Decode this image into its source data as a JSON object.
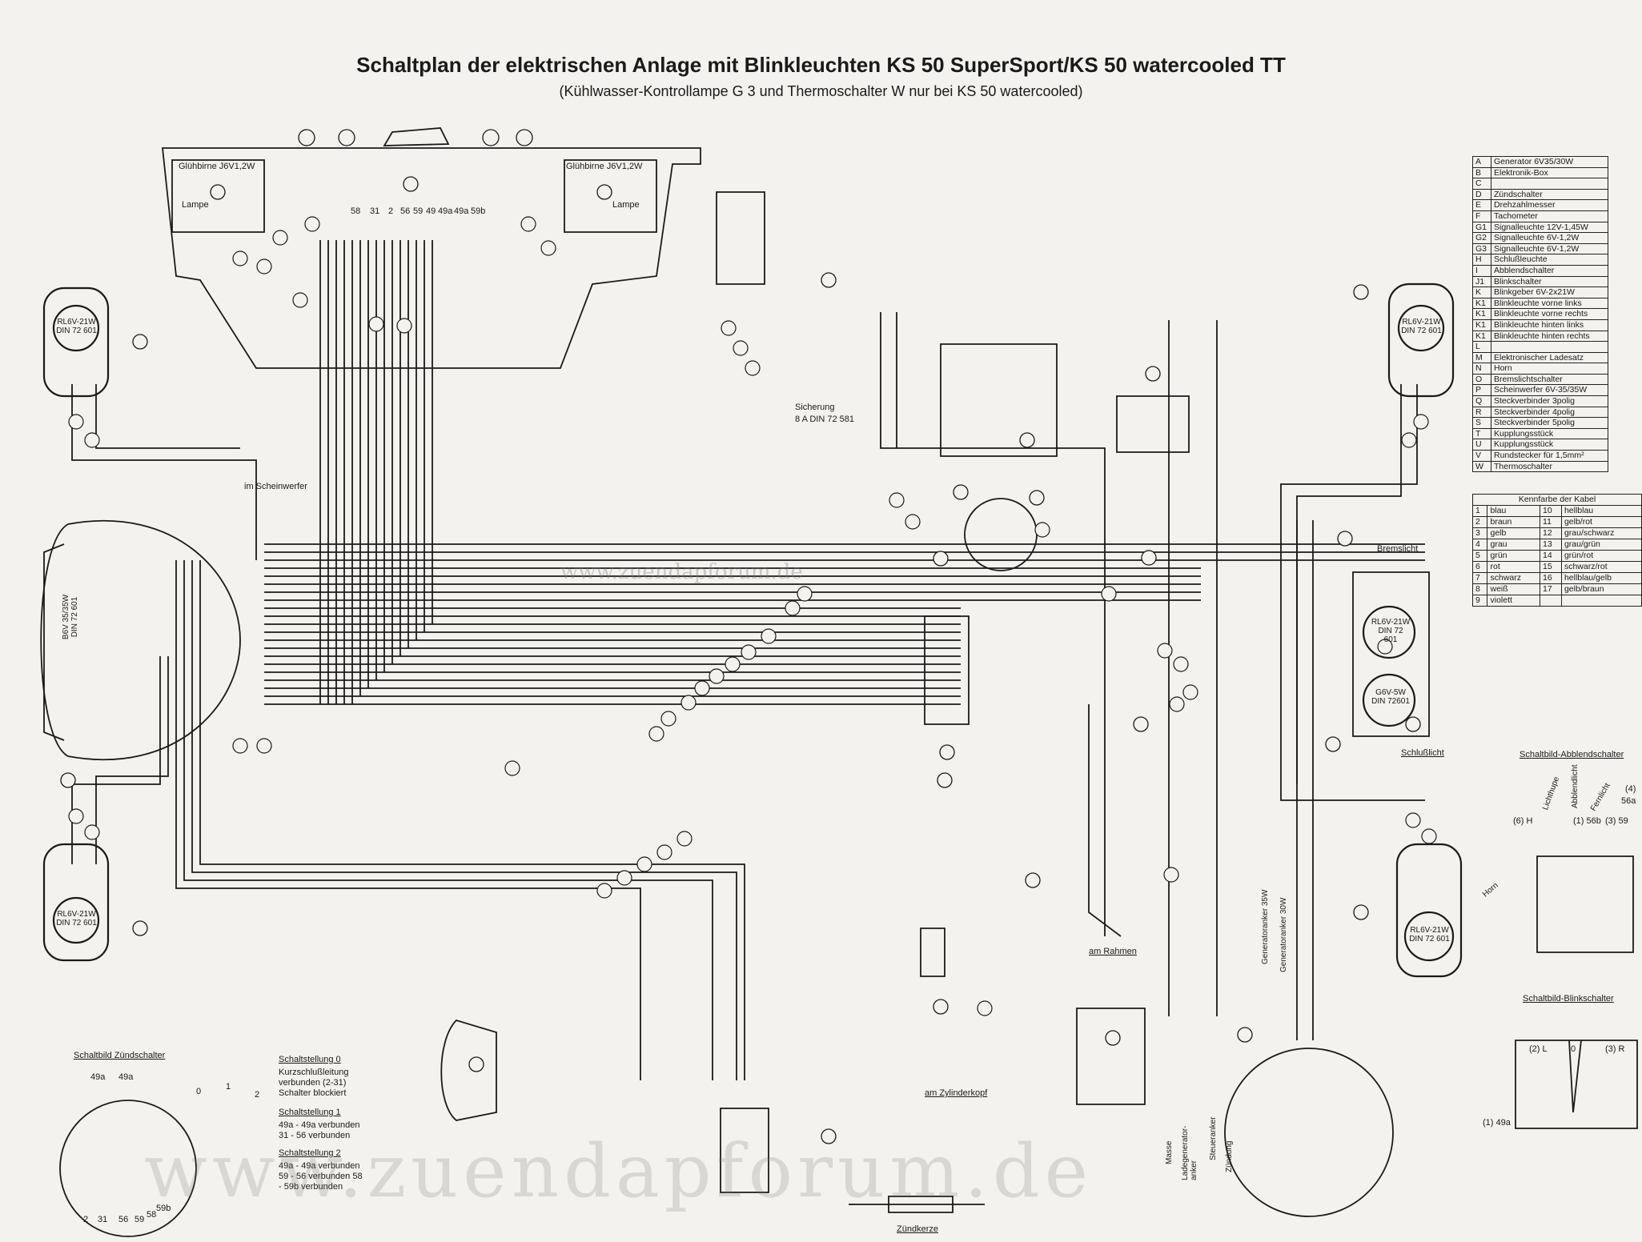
{
  "title": "Schaltplan der elektrischen Anlage mit Blinkleuchten KS 50 SuperSport/KS 50 watercooled TT",
  "subtitle": "(Kühlwasser-Kontrollampe G 3 und Thermoschalter W nur bei KS 50 watercooled)",
  "legend_components": [
    {
      "key": "A",
      "text": "Generator 6V35/30W"
    },
    {
      "key": "B",
      "text": "Elektronik-Box"
    },
    {
      "key": "C",
      "text": ""
    },
    {
      "key": "D",
      "text": "Zündschalter"
    },
    {
      "key": "E",
      "text": "Drehzahlmesser"
    },
    {
      "key": "F",
      "text": "Tachometer"
    },
    {
      "key": "G1",
      "text": "Signalleuchte 12V-1,45W"
    },
    {
      "key": "G2",
      "text": "Signalleuchte 6V-1,2W"
    },
    {
      "key": "G3",
      "text": "Signalleuchte 6V-1,2W"
    },
    {
      "key": "H",
      "text": "Schlußleuchte"
    },
    {
      "key": "I",
      "text": "Abblendschalter"
    },
    {
      "key": "J1",
      "text": "Blinkschalter"
    },
    {
      "key": "K",
      "text": "Blinkgeber 6V-2x21W"
    },
    {
      "key": "K1",
      "text": "Blinkleuchte vorne links"
    },
    {
      "key": "K1",
      "text": "Blinkleuchte vorne rechts"
    },
    {
      "key": "K1",
      "text": "Blinkleuchte hinten links"
    },
    {
      "key": "K1",
      "text": "Blinkleuchte hinten rechts"
    },
    {
      "key": "L",
      "text": ""
    },
    {
      "key": "M",
      "text": "Elektronischer Ladesatz"
    },
    {
      "key": "N",
      "text": "Horn"
    },
    {
      "key": "O",
      "text": "Bremslichtschalter"
    },
    {
      "key": "P",
      "text": "Scheinwerfer 6V-35/35W"
    },
    {
      "key": "Q",
      "text": "Steckverbinder 3polig"
    },
    {
      "key": "R",
      "text": "Steckverbinder 4polig"
    },
    {
      "key": "S",
      "text": "Steckverbinder 5polig"
    },
    {
      "key": "T",
      "text": "Kupplungsstück"
    },
    {
      "key": "U",
      "text": "Kupplungsstück"
    },
    {
      "key": "V",
      "text": "Rundstecker für 1,5mm²"
    },
    {
      "key": "W",
      "text": "Thermoschalter"
    }
  ],
  "legend_cables": {
    "header": "Kennfarbe der Kabel",
    "rows": [
      {
        "n1": "1",
        "c1": "blau",
        "n2": "10",
        "c2": "hellblau"
      },
      {
        "n1": "2",
        "c1": "braun",
        "n2": "11",
        "c2": "gelb/rot"
      },
      {
        "n1": "3",
        "c1": "gelb",
        "n2": "12",
        "c2": "grau/schwarz"
      },
      {
        "n1": "4",
        "c1": "grau",
        "n2": "13",
        "c2": "grau/grün"
      },
      {
        "n1": "5",
        "c1": "grün",
        "n2": "14",
        "c2": "grün/rot"
      },
      {
        "n1": "6",
        "c1": "rot",
        "n2": "15",
        "c2": "schwarz/rot"
      },
      {
        "n1": "7",
        "c1": "schwarz",
        "n2": "16",
        "c2": "hellblau/gelb"
      },
      {
        "n1": "8",
        "c1": "weiß",
        "n2": "17",
        "c2": "gelb/braun"
      },
      {
        "n1": "9",
        "c1": "violett",
        "n2": "",
        "c2": ""
      }
    ]
  },
  "labels": {
    "gluhbirne_left": "Glühbirne J6V1,2W",
    "gluhbirne_right": "Glühbirne J6V1,2W",
    "lampe_left": "Lampe",
    "lampe_right": "Lampe",
    "im_scheinwerfer": "im Scheinwerfer",
    "sicherung": "Sicherung",
    "sicherung_din": "8 A DIN 72 581",
    "bremslicht": "Bremslicht",
    "schlusslicht": "Schlußlicht",
    "am_rahmen": "am Rahmen",
    "am_zylinderkopf": "am Zylinderkopf",
    "zundkerze": "Zündkerze",
    "rl_lamp": "RL6V-21W DIN 72 601",
    "headlamp": "B6V 35/35W DIN 72 601",
    "tail_lamp": "G6V-5W DIN 72601",
    "generator_35": "Generatoranker 35W",
    "generator_30": "Generatoranker 30W",
    "masse": "Masse",
    "ladegenerator": "Ladegenerator-anker",
    "steueranker": "Steueranker",
    "zundung": "Zündung",
    "lichthupe": "Lichthupe",
    "abblendlicht": "Abblendlicht",
    "fernlicht": "Fernlicht",
    "horn": "Horn"
  },
  "zund_panel": {
    "title": "Schaltbild Zündschalter",
    "stellung0_title": "Schaltstellung 0",
    "stellung0_text": "Kurzschlußleitung verbunden (2-31) Schalter blockiert",
    "stellung1_title": "Schaltstellung 1",
    "stellung1_text": "49a - 49a verbunden 31 - 56 verbunden",
    "stellung2_title": "Schaltstellung 2",
    "stellung2_text": "49a - 49a verbunden 59 - 56 verbunden 58 - 59b verbunden",
    "positions": [
      "0",
      "1",
      "2"
    ],
    "terminals": [
      "49a",
      "49a",
      "2",
      "31",
      "56",
      "59",
      "58",
      "59b"
    ]
  },
  "abblend_panel": {
    "title": "Schaltbild-Abblendschalter",
    "terminals": [
      "(6) H",
      "(1) 56b",
      "(3) 59",
      "56a",
      "(4)"
    ]
  },
  "blink_panel": {
    "title": "Schaltbild-Blinkschalter",
    "terminals": [
      "(2) L",
      "0",
      "(3) R",
      "(1) 49a"
    ]
  },
  "dash_terminals": [
    "58",
    "31",
    "2",
    "56",
    "59",
    "49",
    "49a",
    "49a",
    "59b"
  ],
  "watermark": "www.zuendapforum.de",
  "watermark_small": "www.zuendapforum.de"
}
